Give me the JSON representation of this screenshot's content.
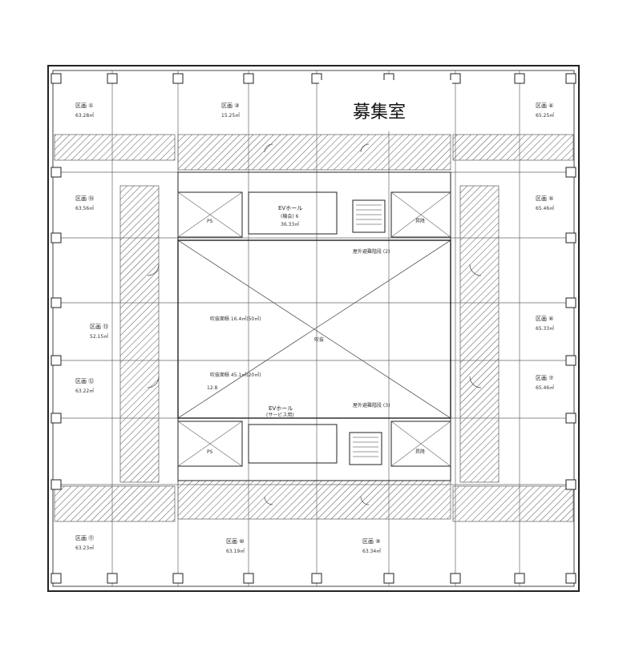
{
  "vacancy_label": "募集室",
  "units": [
    {
      "id": "u1",
      "name": "区画 ①",
      "area": "63.28㎡"
    },
    {
      "id": "u3",
      "name": "区画 ③",
      "area": "15.25㎡"
    },
    {
      "id": "u4",
      "name": "区画 ④",
      "area": "65.25㎡"
    },
    {
      "id": "u14",
      "name": "区画 ⑭",
      "area": "63.56㎡"
    },
    {
      "id": "u5",
      "name": "区画 ⑤",
      "area": "65.46㎡"
    },
    {
      "id": "u13",
      "name": "区画 ⑬",
      "area": "52.15㎡"
    },
    {
      "id": "u6",
      "name": "区画 ⑥",
      "area": "65.33㎡"
    },
    {
      "id": "u12",
      "name": "区画 ⑫",
      "area": "63.22㎡"
    },
    {
      "id": "u7",
      "name": "区画 ⑦",
      "area": "65.46㎡"
    },
    {
      "id": "u11",
      "name": "区画 ⑪",
      "area": "63.23㎡"
    },
    {
      "id": "u10",
      "name": "区画 ⑩",
      "area": "63.19㎡"
    },
    {
      "id": "u9",
      "name": "区画 ⑨",
      "area": "63.34㎡"
    }
  ],
  "core_labels": {
    "elevator_hall_north": "EVホール",
    "elevator_hall_north_sub": "(機会) 6",
    "elevator_hall_north_area": "36.33㎡",
    "elevator_hall_south": "EVホール",
    "elevator_hall_south_sub": "(サービス用)",
    "void_center": "吹抜",
    "dim_note_1": "吹抜面積 16.4㎡(50㎡)",
    "dim_note_2": "吹抜面積 45.1㎡(20㎡)",
    "dim_12m": "12.8",
    "corridor_north": "屋外避難階段 (2)",
    "corridor_south": "屋外避難階段 (3)",
    "shaft": "PS",
    "elev": "昇降"
  }
}
